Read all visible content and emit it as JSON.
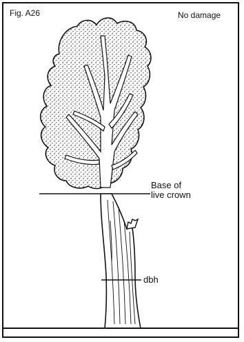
{
  "figure": {
    "id": "Fig. A26",
    "status": "No damage"
  },
  "annotations": {
    "crown_base_line1": "Base of",
    "crown_base_line2": "live crown",
    "dbh": "dbh"
  },
  "colors": {
    "ink": "#111111",
    "background": "#ffffff"
  }
}
